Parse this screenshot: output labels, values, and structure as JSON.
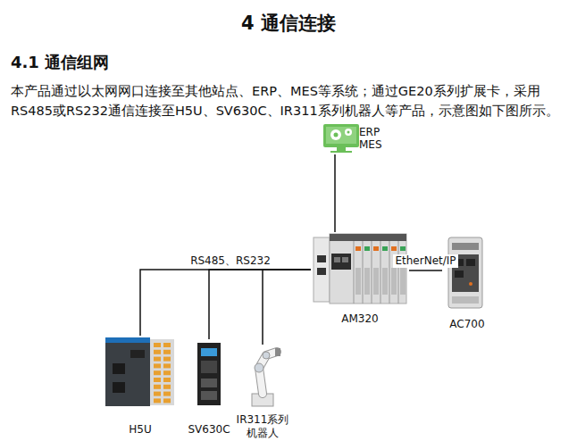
{
  "diagram": {
    "title": "4 通信连接",
    "nodes": [
      {
        "text": [
          "ERP MES"
        ]
      },
      {
        "text": [
          "AM320"
        ]
      },
      {
        "text": [
          "AC700"
        ]
      },
      {
        "text": [
          "H5U"
        ]
      },
      {
        "text": [
          "SV630C"
        ]
      },
      {
        "text": [
          "IR311系列 机器人"
        ]
      }
    ],
    "edges": [
      {
        "from": 1,
        "to": 0,
        "arrow": "none"
      },
      {
        "from": 1,
        "to": 2,
        "label": "EtherNet/IP",
        "arrow": "none"
      },
      {
        "from": 1,
        "to": 3,
        "label": "RS485、RS232",
        "arrow": "none"
      },
      {
        "from": 1,
        "to": 4,
        "arrow": "none"
      },
      {
        "from": 1,
        "to": 5,
        "arrow": "none"
      }
    ],
    "labels": [
      "4.1 通信组网",
      "本产品通过以太网网口连接至其他站点、ERP、MES等系统；通过GE20系列扩展卡，采用 RS485或RS232通信连接至H5U、SV630C、IR311系列机器人等产品，示意图如下图所示。"
    ]
  }
}
